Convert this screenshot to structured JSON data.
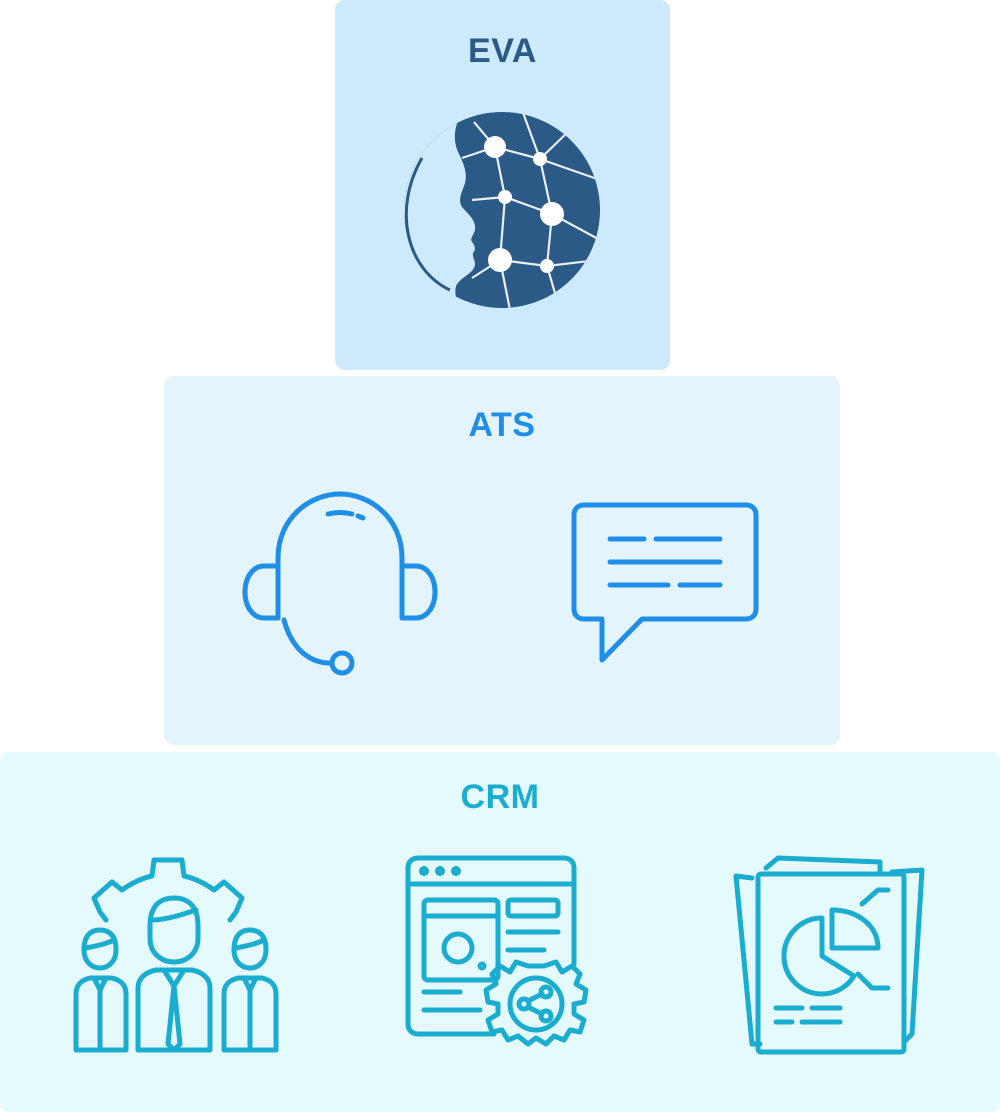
{
  "tiers": {
    "eva": {
      "label": "EVA",
      "icons": [
        "ai-head-network-icon"
      ]
    },
    "ats": {
      "label": "ATS",
      "icons": [
        "headset-icon",
        "chat-bubble-icon"
      ]
    },
    "crm": {
      "label": "CRM",
      "icons": [
        "team-gear-icon",
        "web-settings-share-icon",
        "report-chart-icon"
      ]
    }
  },
  "colors": {
    "eva_bg": "#cdeafc",
    "eva_accent": "#2b5a87",
    "ats_bg": "#e4f4fc",
    "ats_accent": "#1f8ee6",
    "crm_bg": "#e4fafc",
    "crm_accent": "#1badcf"
  }
}
